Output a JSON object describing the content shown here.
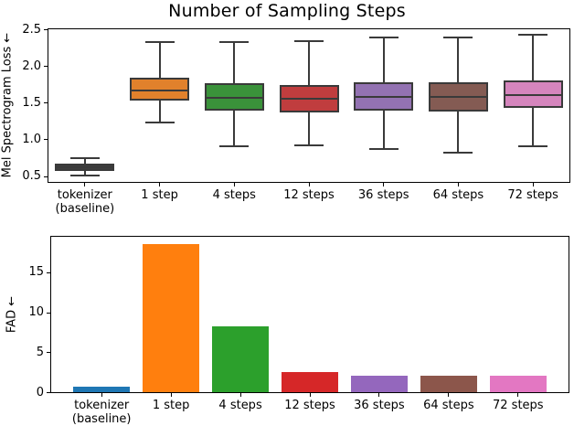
{
  "figure": {
    "title": "Number of Sampling Steps"
  },
  "chart_data": [
    {
      "type": "boxplot",
      "title": "Number of Sampling Steps",
      "ylabel": "Mel Spectrogram Loss ←",
      "categories": [
        [
          "tokenizer",
          "(baseline)"
        ],
        [
          "1 step"
        ],
        [
          "4 steps"
        ],
        [
          "12 steps"
        ],
        [
          "36 steps"
        ],
        [
          "64 steps"
        ],
        [
          "72 steps"
        ]
      ],
      "yticks": [
        0.5,
        1.0,
        1.5,
        2.0,
        2.5
      ],
      "ytick_labels": [
        "0.5",
        "1.0",
        "1.5",
        "2.0",
        "2.5"
      ],
      "ylim": [
        0.42,
        2.52
      ],
      "line_color": "#3a3a3a",
      "series": [
        {
          "name": "tokenizer (baseline)",
          "whisker_low": 0.51,
          "q1": 0.57,
          "median": 0.63,
          "q3": 0.68,
          "whisker_high": 0.75,
          "color": "#3d3d3d"
        },
        {
          "name": "1 step",
          "whisker_low": 1.24,
          "q1": 1.53,
          "median": 1.67,
          "q3": 1.85,
          "whisker_high": 2.33,
          "color": "#e1812c"
        },
        {
          "name": "4 steps",
          "whisker_low": 0.91,
          "q1": 1.4,
          "median": 1.57,
          "q3": 1.77,
          "whisker_high": 2.33,
          "color": "#3a923a"
        },
        {
          "name": "12 steps",
          "whisker_low": 0.93,
          "q1": 1.37,
          "median": 1.56,
          "q3": 1.75,
          "whisker_high": 2.35,
          "color": "#c03d3e"
        },
        {
          "name": "36 steps",
          "whisker_low": 0.87,
          "q1": 1.4,
          "median": 1.59,
          "q3": 1.78,
          "whisker_high": 2.39,
          "color": "#9372b2"
        },
        {
          "name": "64 steps",
          "whisker_low": 0.83,
          "q1": 1.39,
          "median": 1.59,
          "q3": 1.79,
          "whisker_high": 2.4,
          "color": "#845b53"
        },
        {
          "name": "72 steps",
          "whisker_low": 0.91,
          "q1": 1.43,
          "median": 1.61,
          "q3": 1.81,
          "whisker_high": 2.43,
          "color": "#d585bd"
        }
      ]
    },
    {
      "type": "bar",
      "ylabel": "FAD ←",
      "categories": [
        [
          "tokenizer",
          "(baseline)"
        ],
        [
          "1 step"
        ],
        [
          "4 steps"
        ],
        [
          "12 steps"
        ],
        [
          "36 steps"
        ],
        [
          "64 steps"
        ],
        [
          "72 steps"
        ]
      ],
      "yticks": [
        0,
        5,
        10,
        15
      ],
      "ytick_labels": [
        "0",
        "5",
        "10",
        "15"
      ],
      "ylim": [
        0,
        19.6
      ],
      "values": [
        0.7,
        18.6,
        8.3,
        2.6,
        2.1,
        2.1,
        2.1
      ],
      "colors": [
        "#1f77b4",
        "#ff7f0e",
        "#2ca02c",
        "#d62728",
        "#9467bd",
        "#8c564b",
        "#e377c2"
      ]
    }
  ]
}
